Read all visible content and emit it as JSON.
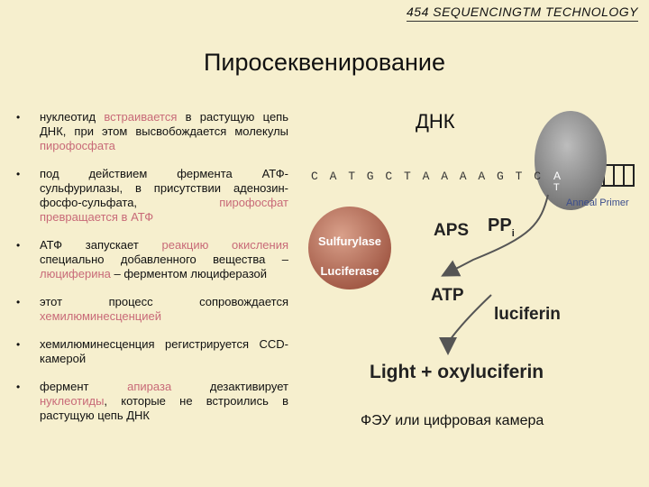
{
  "header": {
    "text": "454 SEQUENCINGTM TECHNOLOGY"
  },
  "title": "Пиросеквенирование",
  "bullets": [
    {
      "segments": [
        {
          "text": "нуклеотид ",
          "hl": false
        },
        {
          "text": "встраивается",
          "hl": true
        },
        {
          "text": " в растущую цепь ДНК, при этом высвобождается молекулы ",
          "hl": false
        },
        {
          "text": "пирофосфата",
          "hl": true
        }
      ]
    },
    {
      "segments": [
        {
          "text": "под действием фермента АТФ-сульфурилазы, в присутствии аденозин-фосфо-сульфата, ",
          "hl": false
        },
        {
          "text": "пирофосфат превращается в АТФ",
          "hl": true
        }
      ]
    },
    {
      "segments": [
        {
          "text": "АТФ запускает ",
          "hl": false
        },
        {
          "text": "реакцию окисления",
          "hl": true
        },
        {
          "text": " специально добавленного вещества – ",
          "hl": false
        },
        {
          "text": "люциферина",
          "hl": true
        },
        {
          "text": " – ферментом люциферазой",
          "hl": false
        }
      ]
    },
    {
      "segments": [
        {
          "text": "этот процесс сопровождается ",
          "hl": false
        },
        {
          "text": "хемилюминесценцией",
          "hl": true
        }
      ]
    },
    {
      "segments": [
        {
          "text": "хемилюминесценция регистрируется CCD-камерой",
          "hl": false
        }
      ]
    },
    {
      "segments": [
        {
          "text": "фермент ",
          "hl": false
        },
        {
          "text": "апираза",
          "hl": true
        },
        {
          "text": " дезактивирует ",
          "hl": false
        },
        {
          "text": "нуклеотиды",
          "hl": true
        },
        {
          "text": ", которые не встроились в растущую цепь ДНК",
          "hl": false
        }
      ]
    }
  ],
  "diagram": {
    "dna_label": "ДНК",
    "sequence": [
      "C",
      "A",
      "T",
      "G",
      "C",
      "T",
      "A",
      "A",
      "A",
      "A",
      "G",
      "T",
      "C"
    ],
    "complement": {
      "top": "A",
      "bottom": "T"
    },
    "primer_label": "Anneal Primer",
    "sulfurylase_label": "Sulfurylase",
    "luciferase_label": "Luciferase",
    "aps_label": "APS",
    "pp_label": "PP",
    "pp_sub": "i",
    "atp_label": "ATP",
    "luciferin_label": "luciferin",
    "light_label": "Light + oxyluciferin",
    "detector_label": "ФЭУ или цифровая камера",
    "colors": {
      "enzyme": "#b86a55",
      "polymerase": "#8f8f8f",
      "highlight": "#c86a78",
      "primer": "#3b4d8c"
    }
  }
}
